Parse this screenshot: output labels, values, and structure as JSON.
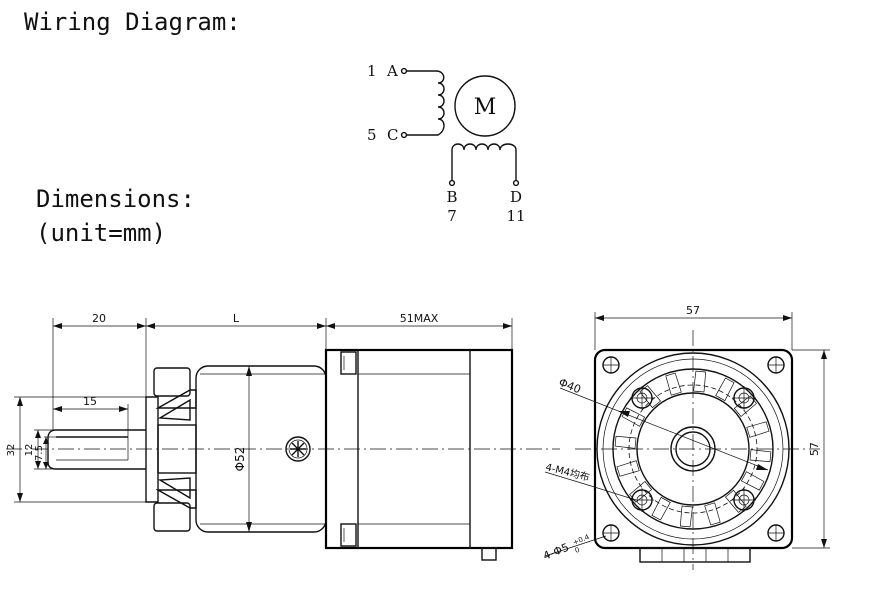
{
  "headings": {
    "wiring": "Wiring Diagram:",
    "dimensions": "Dimensions:",
    "unit": "(unit=mm)"
  },
  "wiring": {
    "motor_label": "M",
    "terminals": [
      {
        "letter": "A",
        "number": "1"
      },
      {
        "letter": "C",
        "number": "5"
      },
      {
        "letter": "B",
        "number": "7"
      },
      {
        "letter": "D",
        "number": "11"
      }
    ]
  },
  "dimensions": {
    "side_view": {
      "shaft_length": "20",
      "gearbox_length": "L",
      "motor_length": "51MAX",
      "key_length": "15",
      "flange_height": "32",
      "shaft_dia_12": "12",
      "flat_7_5": "7.5",
      "gearbox_dia": "Φ52"
    },
    "front_view": {
      "width": "57",
      "height": "57",
      "pilot_dia": "Φ40",
      "tapped_holes": "4-M4均布",
      "mount_holes": "4-Φ5",
      "mount_tol": "+0.4",
      "mount_tol_low": "0"
    }
  }
}
